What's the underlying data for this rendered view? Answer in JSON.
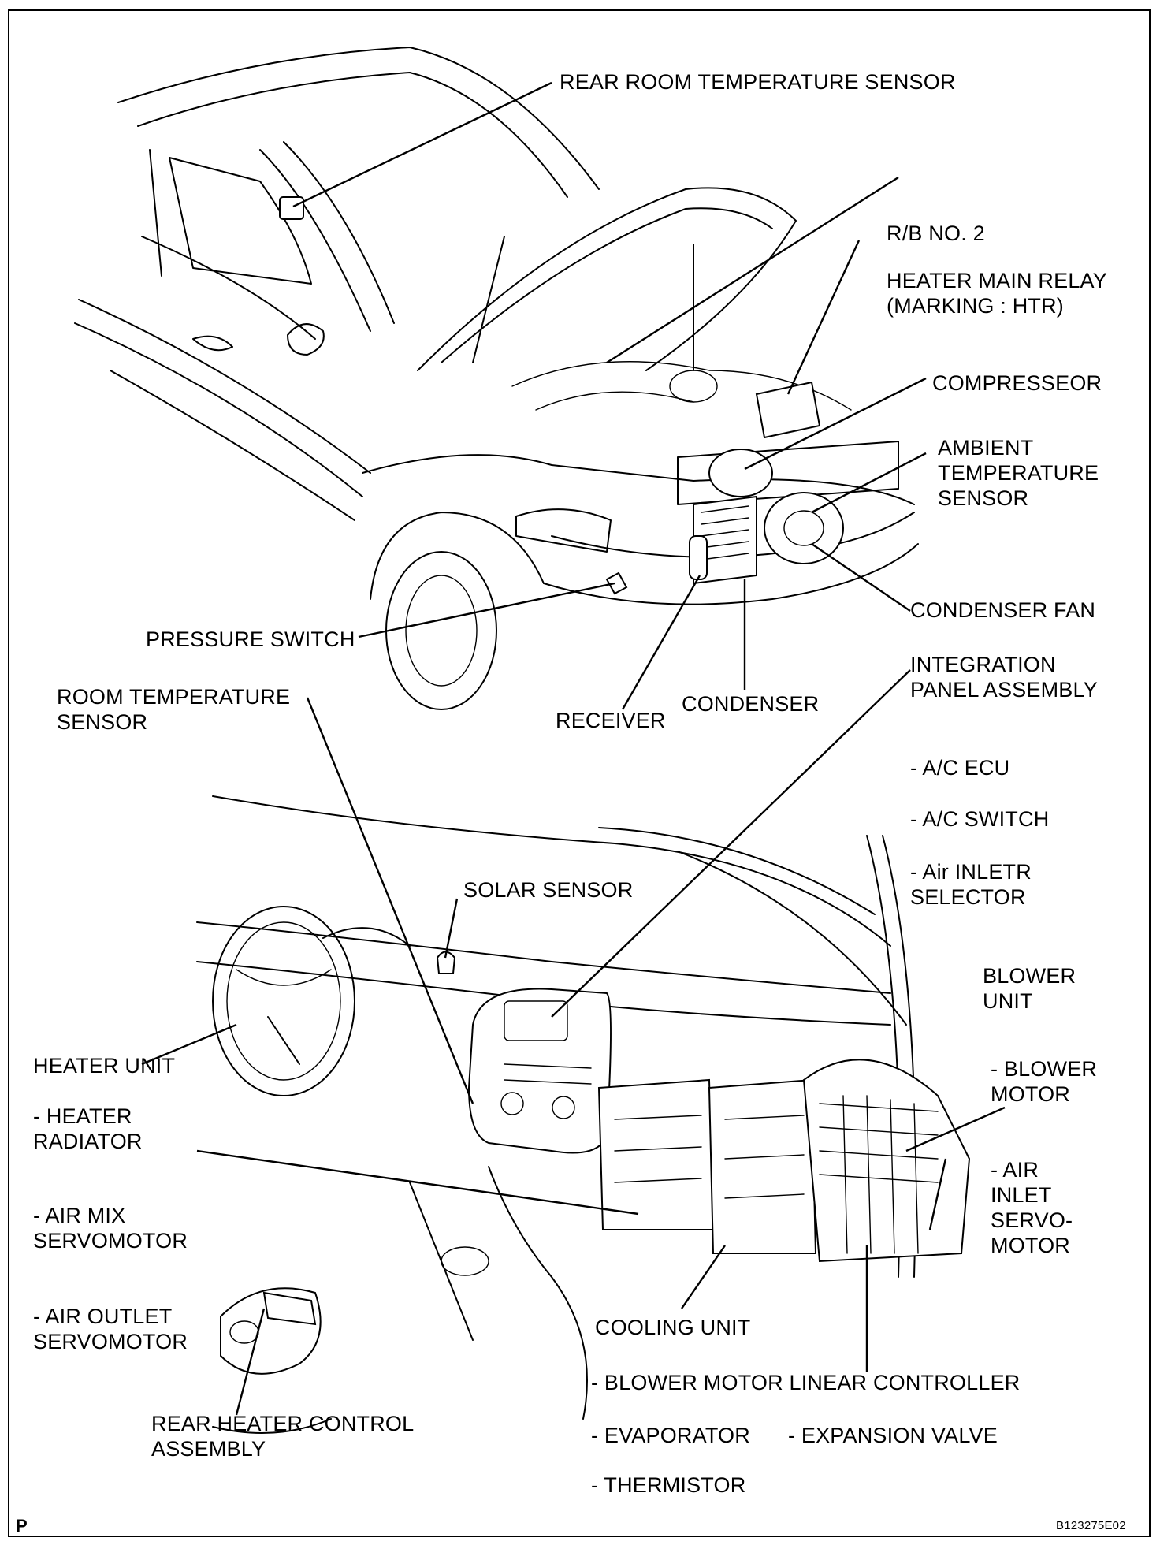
{
  "labels": {
    "rear_room_temperature_sensor": "REAR ROOM TEMPERATURE SENSOR",
    "rb_no2": "R/B NO. 2",
    "heater_main_relay": "HEATER MAIN RELAY\n(MARKING : HTR)",
    "compressor": "COMPRESSEOR",
    "ambient_temperature_sensor": "AMBIENT\nTEMPERATURE\nSENSOR",
    "condenser_fan": "CONDENSER FAN",
    "pressure_switch": "PRESSURE SWITCH",
    "integration_panel_assembly": "INTEGRATION\nPANEL ASSEMBLY",
    "room_temperature_sensor": "ROOM TEMPERATURE\nSENSOR",
    "receiver": "RECEIVER",
    "condenser": "CONDENSER",
    "ac_ecu": "- A/C ECU",
    "ac_switch": "- A/C SWITCH",
    "air_inlet_selector": "- Air INLETR\nSELECTOR",
    "solar_sensor": "SOLAR SENSOR",
    "blower_unit": "BLOWER\nUNIT",
    "heater_unit": "HEATER UNIT",
    "blower_motor": "- BLOWER\nMOTOR",
    "heater_radiator": "- HEATER\nRADIATOR",
    "air_inlet_servomotor": "- AIR\nINLET\nSERVO-\nMOTOR",
    "air_mix_servomotor": "- AIR MIX\nSERVOMOTOR",
    "air_outlet_servomotor": "- AIR OUTLET\nSERVOMOTOR",
    "cooling_unit": "COOLING UNIT",
    "blower_motor_linear_controller": "- BLOWER MOTOR LINEAR CONTROLLER",
    "rear_heater_control_assembly": "REAR HEATER CONTROL\nASSEMBLY",
    "evaporator": "- EVAPORATOR",
    "expansion_valve": "- EXPANSION VALVE",
    "thermistor": "- THERMISTOR"
  },
  "corner_mark": "P",
  "figure_code": "B123275E02"
}
